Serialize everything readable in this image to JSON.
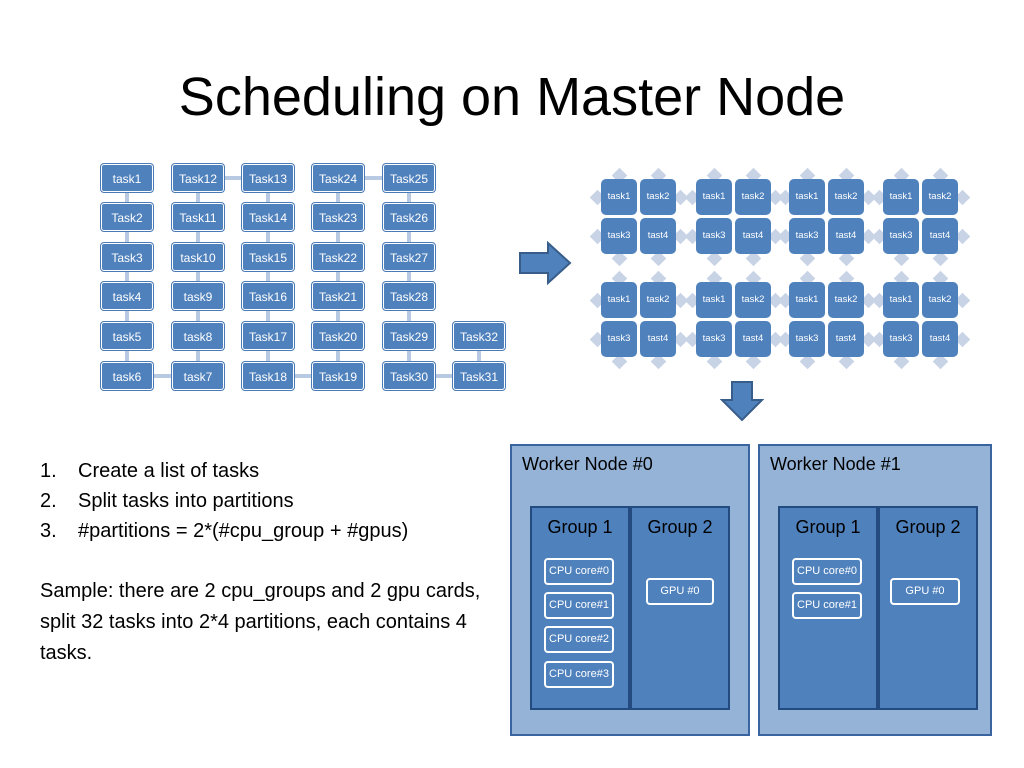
{
  "slide": {
    "title": "Scheduling on Master Node"
  },
  "task_grid": {
    "columns": [
      [
        "task1",
        "Task2",
        "Task3",
        "task4",
        "task5",
        "task6"
      ],
      [
        "Task12",
        "Task11",
        "task10",
        "task9",
        "task8",
        "task7"
      ],
      [
        "Task13",
        "Task14",
        "Task15",
        "Task16",
        "Task17",
        "Task18"
      ],
      [
        "Task24",
        "Task23",
        "Task22",
        "Task21",
        "Task20",
        "Task19"
      ],
      [
        "Task25",
        "Task26",
        "Task27",
        "Task28",
        "Task29",
        "Task30"
      ],
      [
        "",
        "",
        "",
        "",
        "Task32",
        "Task31"
      ]
    ]
  },
  "partitions": {
    "cells": [
      "task1",
      "task2",
      "task3",
      "tast4"
    ],
    "count": 8
  },
  "steps": {
    "items": [
      {
        "num": "1.",
        "text": "Create a list of tasks"
      },
      {
        "num": "2.",
        "text": "Split tasks into partitions"
      },
      {
        "num": "3.",
        "text": "#partitions = 2*(#cpu_group + #gpus)"
      }
    ],
    "sample": "Sample: there are 2 cpu_groups and 2 gpu cards, split 32 tasks into 2*4 partitions, each contains 4 tasks."
  },
  "workers": [
    {
      "title": "Worker Node #0",
      "group1": {
        "title": "Group 1",
        "cores": [
          "CPU core#0",
          "CPU core#1",
          "CPU core#2",
          "CPU core#3"
        ]
      },
      "group2": {
        "title": "Group 2",
        "gpus": [
          "GPU #0"
        ]
      }
    },
    {
      "title": "Worker Node #1",
      "group1": {
        "title": "Group 1",
        "cores": [
          "CPU core#0",
          "CPU core#1"
        ]
      },
      "group2": {
        "title": "Group 2",
        "gpus": [
          "GPU #0"
        ]
      }
    }
  ],
  "colors": {
    "box_fill": "#4f81bd",
    "worker_fill": "#95b3d7",
    "connector": "#b8c9e3"
  }
}
